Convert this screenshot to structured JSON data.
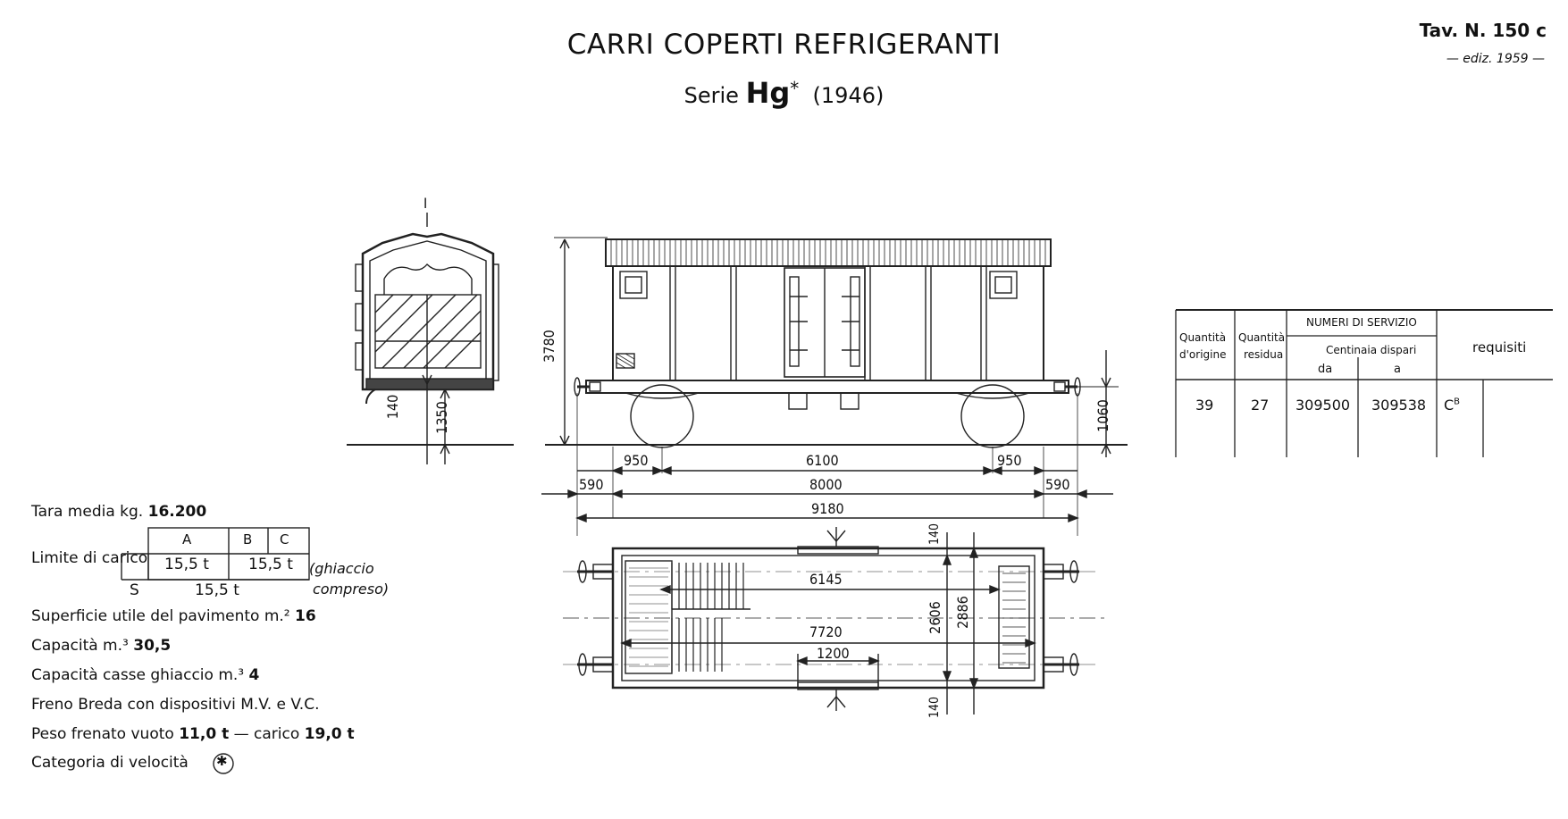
{
  "header": {
    "title": "CARRI COPERTI REFRIGERANTI",
    "serie_label": "Serie",
    "serie_code": "Hg",
    "serie_mark": "*",
    "serie_year": "(1946)",
    "tav": "Tav. N. 150 c",
    "edition": "— ediz. 1959 —"
  },
  "dimensions": {
    "section_mark": "I",
    "height_total": "3780",
    "buffer_height": "1060",
    "d140_a": "140",
    "d1350": "1350",
    "overhang_left": "950",
    "wheelbase": "6100",
    "overhang_right": "950",
    "buffer_left": "590",
    "frame_length": "8000",
    "buffer_right": "590",
    "length_over_buffers": "9180",
    "d140_top": "140",
    "inner_length": "6145",
    "inner_width": "2606",
    "outer_width": "2886",
    "body_length": "7720",
    "door_width": "1200",
    "d140_bottom": "140"
  },
  "specs": {
    "tara_label": "Tara media kg.",
    "tara_value": "16.200",
    "limite_label": "Limite di carico",
    "limite_cols": [
      "A",
      "B",
      "C"
    ],
    "limite_a": "15,5 t",
    "limite_bc": "15,5 t",
    "limite_s_label": "S",
    "limite_s": "15,5 t",
    "ghiaccio_1": "(ghiaccio",
    "ghiaccio_2": "compreso)",
    "superficie_label": "Superficie utile del pavimento m.²",
    "superficie_value": "16",
    "capacita_label": "Capacità m.³",
    "capacita_value": "30,5",
    "casse_label": "Capacità casse ghiaccio m.³",
    "casse_value": "4",
    "freno": "Freno Breda con dispositivi M.V. e V.C.",
    "peso_label": "Peso frenato vuoto",
    "peso_vuoto": "11,0 t",
    "peso_dash": "— carico",
    "peso_carico": "19,0 t",
    "categoria_label": "Categoria di velocità",
    "categoria_symbol": "✱"
  },
  "service_table": {
    "col_orig_1": "Quantità",
    "col_orig_2": "d'origine",
    "col_res_1": "Quantità",
    "col_res_2": "residua",
    "numeri": "NUMERI DI SERVIZIO",
    "centinaia": "Centinaia dispari",
    "da": "da",
    "a": "a",
    "requisiti": "requisiti",
    "rows": [
      {
        "orig": "39",
        "res": "27",
        "da": "309500",
        "a": "309538",
        "req": "C",
        "req_sup": "B"
      }
    ]
  }
}
